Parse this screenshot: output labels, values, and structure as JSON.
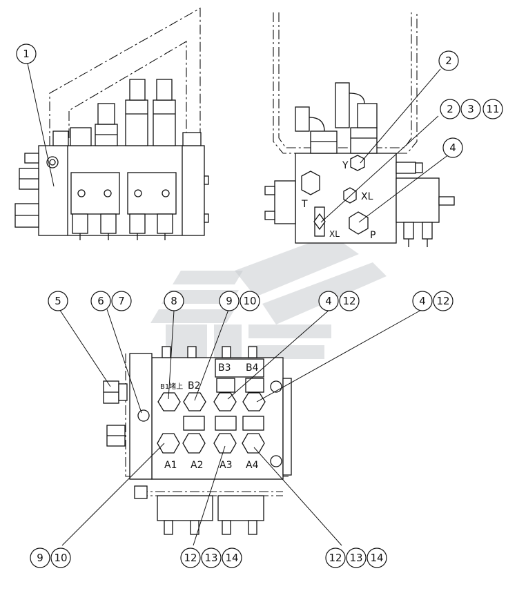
{
  "callouts": {
    "c1": "1",
    "c2a": "2",
    "c2b": "2",
    "c3": "3",
    "c11": "11",
    "c4a": "4",
    "c5": "5",
    "c6": "6",
    "c7": "7",
    "c8": "8",
    "c9a": "9",
    "c10a": "10",
    "c4b": "4",
    "c12a": "12",
    "c4c": "4",
    "c12b": "12",
    "c9b": "9",
    "c10b": "10",
    "c12c": "12",
    "c13a": "13",
    "c14a": "14",
    "c12d": "12",
    "c13b": "13",
    "c14b": "14"
  },
  "port_labels": {
    "y": "Y",
    "xl1": "XL",
    "t": "T",
    "xl2": "XL",
    "p": "P",
    "b1": "B1堵上",
    "b2": "B2",
    "b3": "B3",
    "b4": "B4",
    "a1": "A1",
    "a2": "A2",
    "a3": "A3",
    "a4": "A4"
  }
}
